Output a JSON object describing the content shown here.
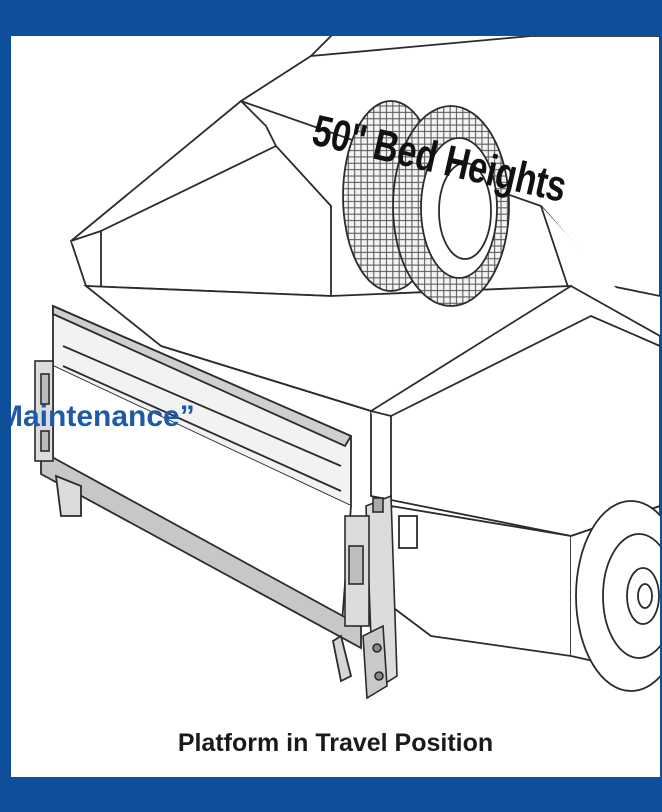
{
  "headline": "50\" Bed Heights",
  "side_label": "Maintenance”",
  "caption": "Platform in Travel Position",
  "colors": {
    "frame": "#0e4f9b",
    "panel": "#ffffff",
    "side_label": "#1f5aa8",
    "line_art": "#222222"
  }
}
